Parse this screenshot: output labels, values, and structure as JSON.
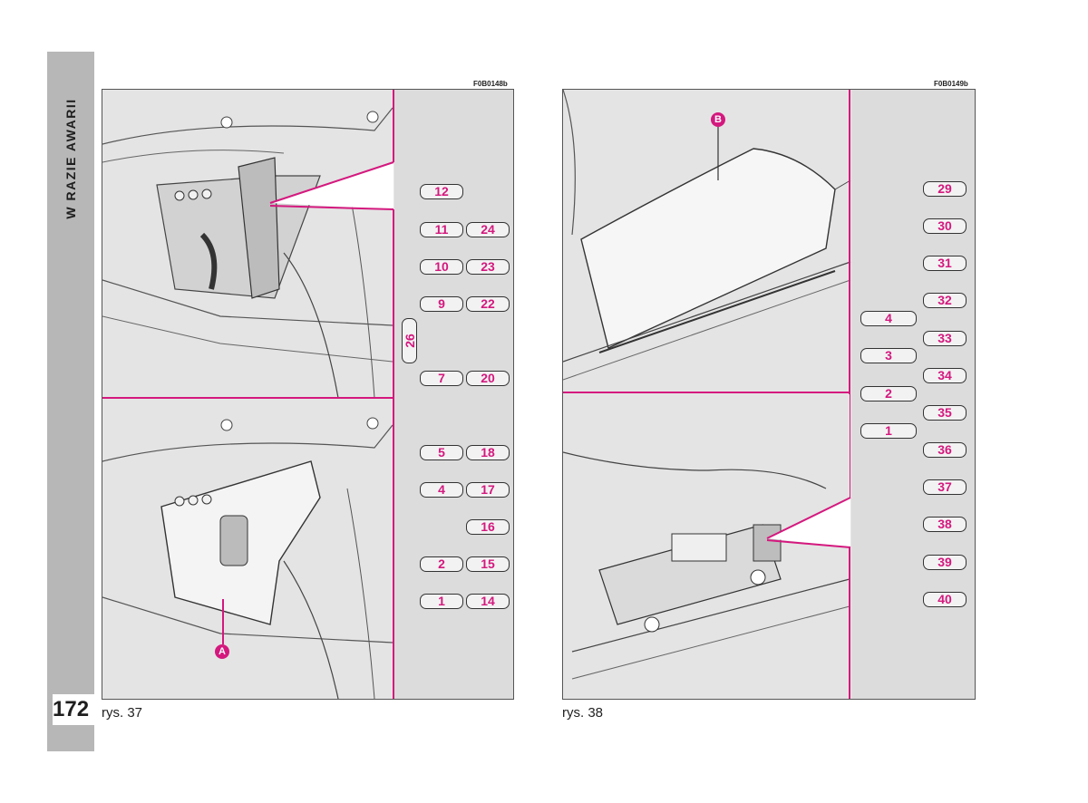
{
  "section_title": "W RAZIE AWARII",
  "page_number": "172",
  "colors": {
    "accent": "#d4187e",
    "tab_grey": "#b7b7b7",
    "panel_bg": "#dcdcdc"
  },
  "figure_left": {
    "code": "F0B0148b",
    "caption": "rys. 37",
    "callout": "A",
    "fuses": [
      {
        "col1": "12",
        "col2": ""
      },
      {
        "col1": "11",
        "col2": "24"
      },
      {
        "col1": "10",
        "col2": "23"
      },
      {
        "col1": "9",
        "col2": "22"
      },
      {
        "col1": "7",
        "col2": "20"
      },
      {
        "col1": "5",
        "col2": "18"
      },
      {
        "col1": "4",
        "col2": "17"
      },
      {
        "col1": "",
        "col2": "16"
      },
      {
        "col1": "2",
        "col2": "15"
      },
      {
        "col1": "1",
        "col2": "14"
      }
    ],
    "vertical_fuse": "26"
  },
  "figure_right": {
    "code": "F0B0149b",
    "caption": "rys. 38",
    "callout": "B",
    "fuses_left": [
      "4",
      "3",
      "2",
      "1"
    ],
    "fuses_right": [
      "29",
      "30",
      "31",
      "32",
      "33",
      "34",
      "35",
      "36",
      "37",
      "38",
      "39",
      "40"
    ]
  }
}
